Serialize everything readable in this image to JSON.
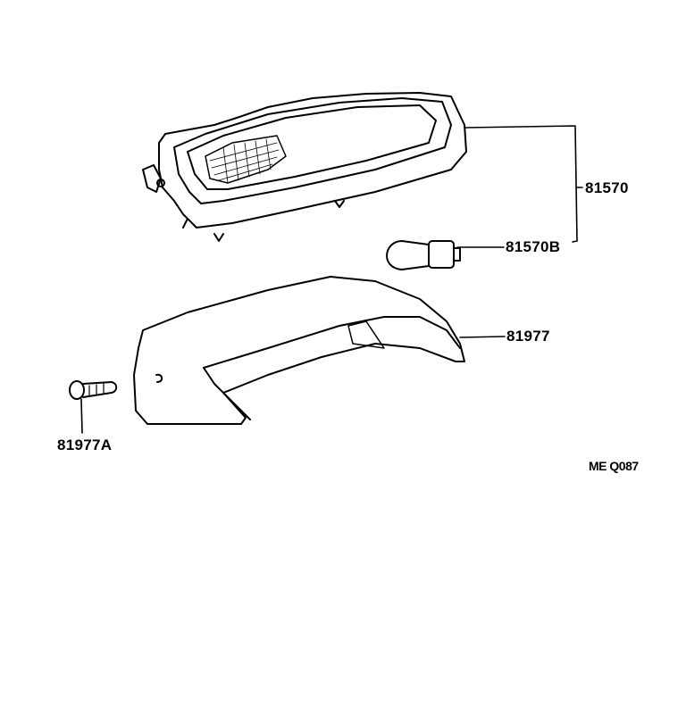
{
  "parts": [
    {
      "id": "lamp-assembly",
      "number": "81570"
    },
    {
      "id": "bulb",
      "number": "81570B"
    },
    {
      "id": "cover",
      "number": "81977"
    },
    {
      "id": "clip",
      "number": "81977A"
    }
  ],
  "diagram_code": "ME Q087",
  "colors": {
    "ink": "#000000",
    "background": "#ffffff"
  }
}
